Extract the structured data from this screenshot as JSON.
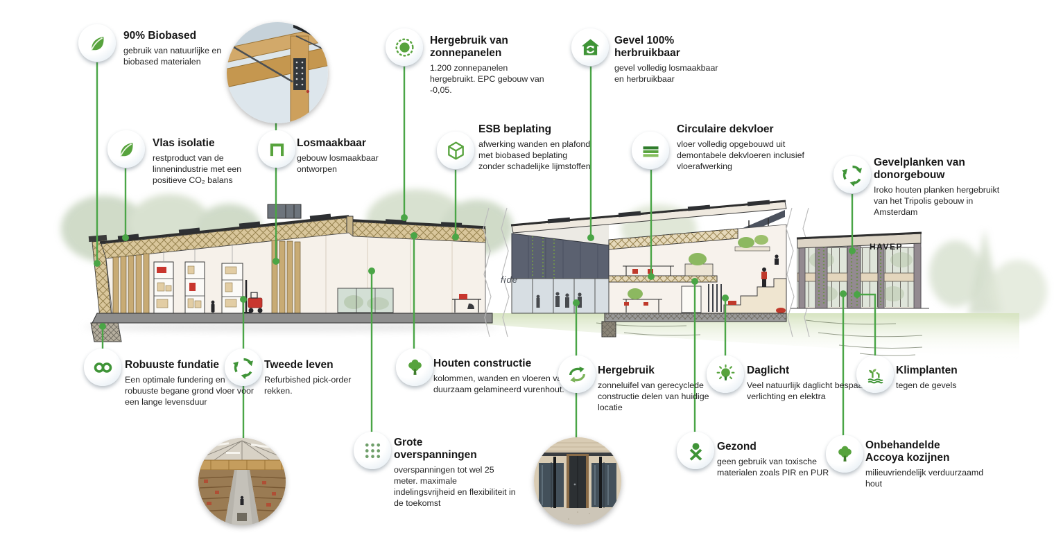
{
  "accent_color": "#4aa546",
  "building": {
    "havep_sign": "HAVEP",
    "office_label": "fide"
  },
  "callouts": [
    {
      "icon": "leaf-icon",
      "title": "90% Biobased",
      "description": "gebruik van natuurlijke en biobased materialen"
    },
    {
      "icon": "leaf-icon",
      "title": "Vlas isolatie",
      "description": "restproduct van de linnenindustrie met een positieve CO₂ balans"
    },
    {
      "icon": "clamp-icon",
      "title": "Losmaakbaar",
      "description": "gebouw losmaakbaar ontworpen"
    },
    {
      "icon": "sun-icon",
      "title": "Hergebruik van zonnepanelen",
      "description": "1.200 zonnepanelen hergebruikt. EPC gebouw van -0,05."
    },
    {
      "icon": "cube-icon",
      "title": "ESB beplating",
      "description": "afwerking wanden en plafond met biobased beplating zonder schadelijke lijmstoffen"
    },
    {
      "icon": "house-recycle-icon",
      "title": "Gevel 100% herbruikbaar",
      "description": "gevel volledig losmaakbaar en herbruikbaar"
    },
    {
      "icon": "floor-layers-icon",
      "title": "Circulaire dekvloer",
      "description": "vloer volledig opgebouwd uit demontabele dekvloeren inclusief vloerafwerking"
    },
    {
      "icon": "recycle-icon",
      "title": "Gevelplanken van donorgebouw",
      "description": "Iroko houten planken hergebruikt van het Tripolis gebouw in Amsterdam"
    },
    {
      "icon": "infinity-icon",
      "title": "Robuuste fundatie",
      "description": "Een optimale fundering en robuuste begane grond vloer voor een lange levensduur"
    },
    {
      "icon": "recycle-icon",
      "title": "Tweede leven",
      "description": "Refurbished pick-order rekken."
    },
    {
      "icon": "tree-icon",
      "title": "Houten constructie",
      "description": "kolommen, wanden en vloeren van duurzaam gelamineerd vurenhout."
    },
    {
      "icon": "dots-grid-icon",
      "title": "Grote overspanningen",
      "description": "overspanningen tot wel 25 meter. maximale indelingsvrijheid en flexibiliteit in de toekomst"
    },
    {
      "icon": "reuse-arrows-icon",
      "title": "Hergebruik",
      "description": "zonneluifel van gerecyclede constructie delen van huidige locatie"
    },
    {
      "icon": "lightbulb-icon",
      "title": "Daglicht",
      "description": "Veel natuurlijk daglicht bespaart verlichting en elektra"
    },
    {
      "icon": "health-figure-icon",
      "title": "Gezond",
      "description": "geen gebruik van toxische materialen zoals PIR en PUR"
    },
    {
      "icon": "sprout-icon",
      "title": "Klimplanten",
      "description": "tegen de gevels"
    },
    {
      "icon": "tree-icon",
      "title": "Onbehandelde Accoya kozijnen",
      "description": "milieuvriendelijk verduurzaamd hout"
    }
  ],
  "photos": [
    {
      "name": "timber-structure-photo",
      "alt": "close-up of glulam timber construction joint"
    },
    {
      "name": "warehouse-interior-photo",
      "alt": "timber warehouse hall with pick-order racks"
    },
    {
      "name": "entrance-photo",
      "alt": "reused entrance doors of existing building"
    }
  ]
}
